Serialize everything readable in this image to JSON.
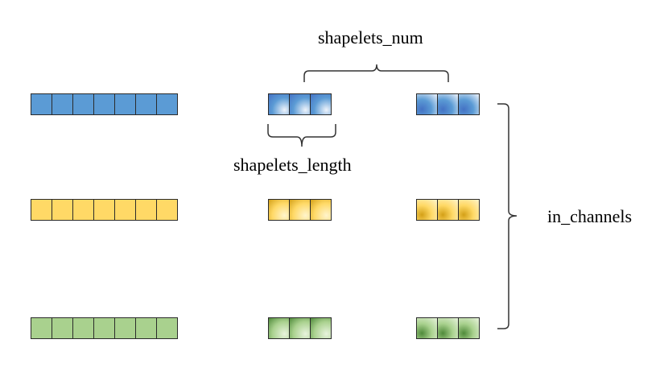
{
  "labels": {
    "shapelets_num": "shapelets_num",
    "shapelets_length": "shapelets_length",
    "in_channels": "in_channels"
  },
  "series_cells": 7,
  "shapelet_cells": 3,
  "channels": [
    {
      "flat": "#5b9bd5",
      "light": "#eef3fb",
      "dark": "#4472c4"
    },
    {
      "flat": "#ffd966",
      "light": "#fff4cc",
      "dark": "#d4a017"
    },
    {
      "flat": "#a9d18e",
      "light": "#e8f3dd",
      "dark": "#4f8a3a"
    }
  ],
  "icons": {
    "brace_top": "curly-brace-down-icon",
    "brace_under": "curly-brace-up-icon",
    "brace_right": "curly-brace-right-icon"
  }
}
